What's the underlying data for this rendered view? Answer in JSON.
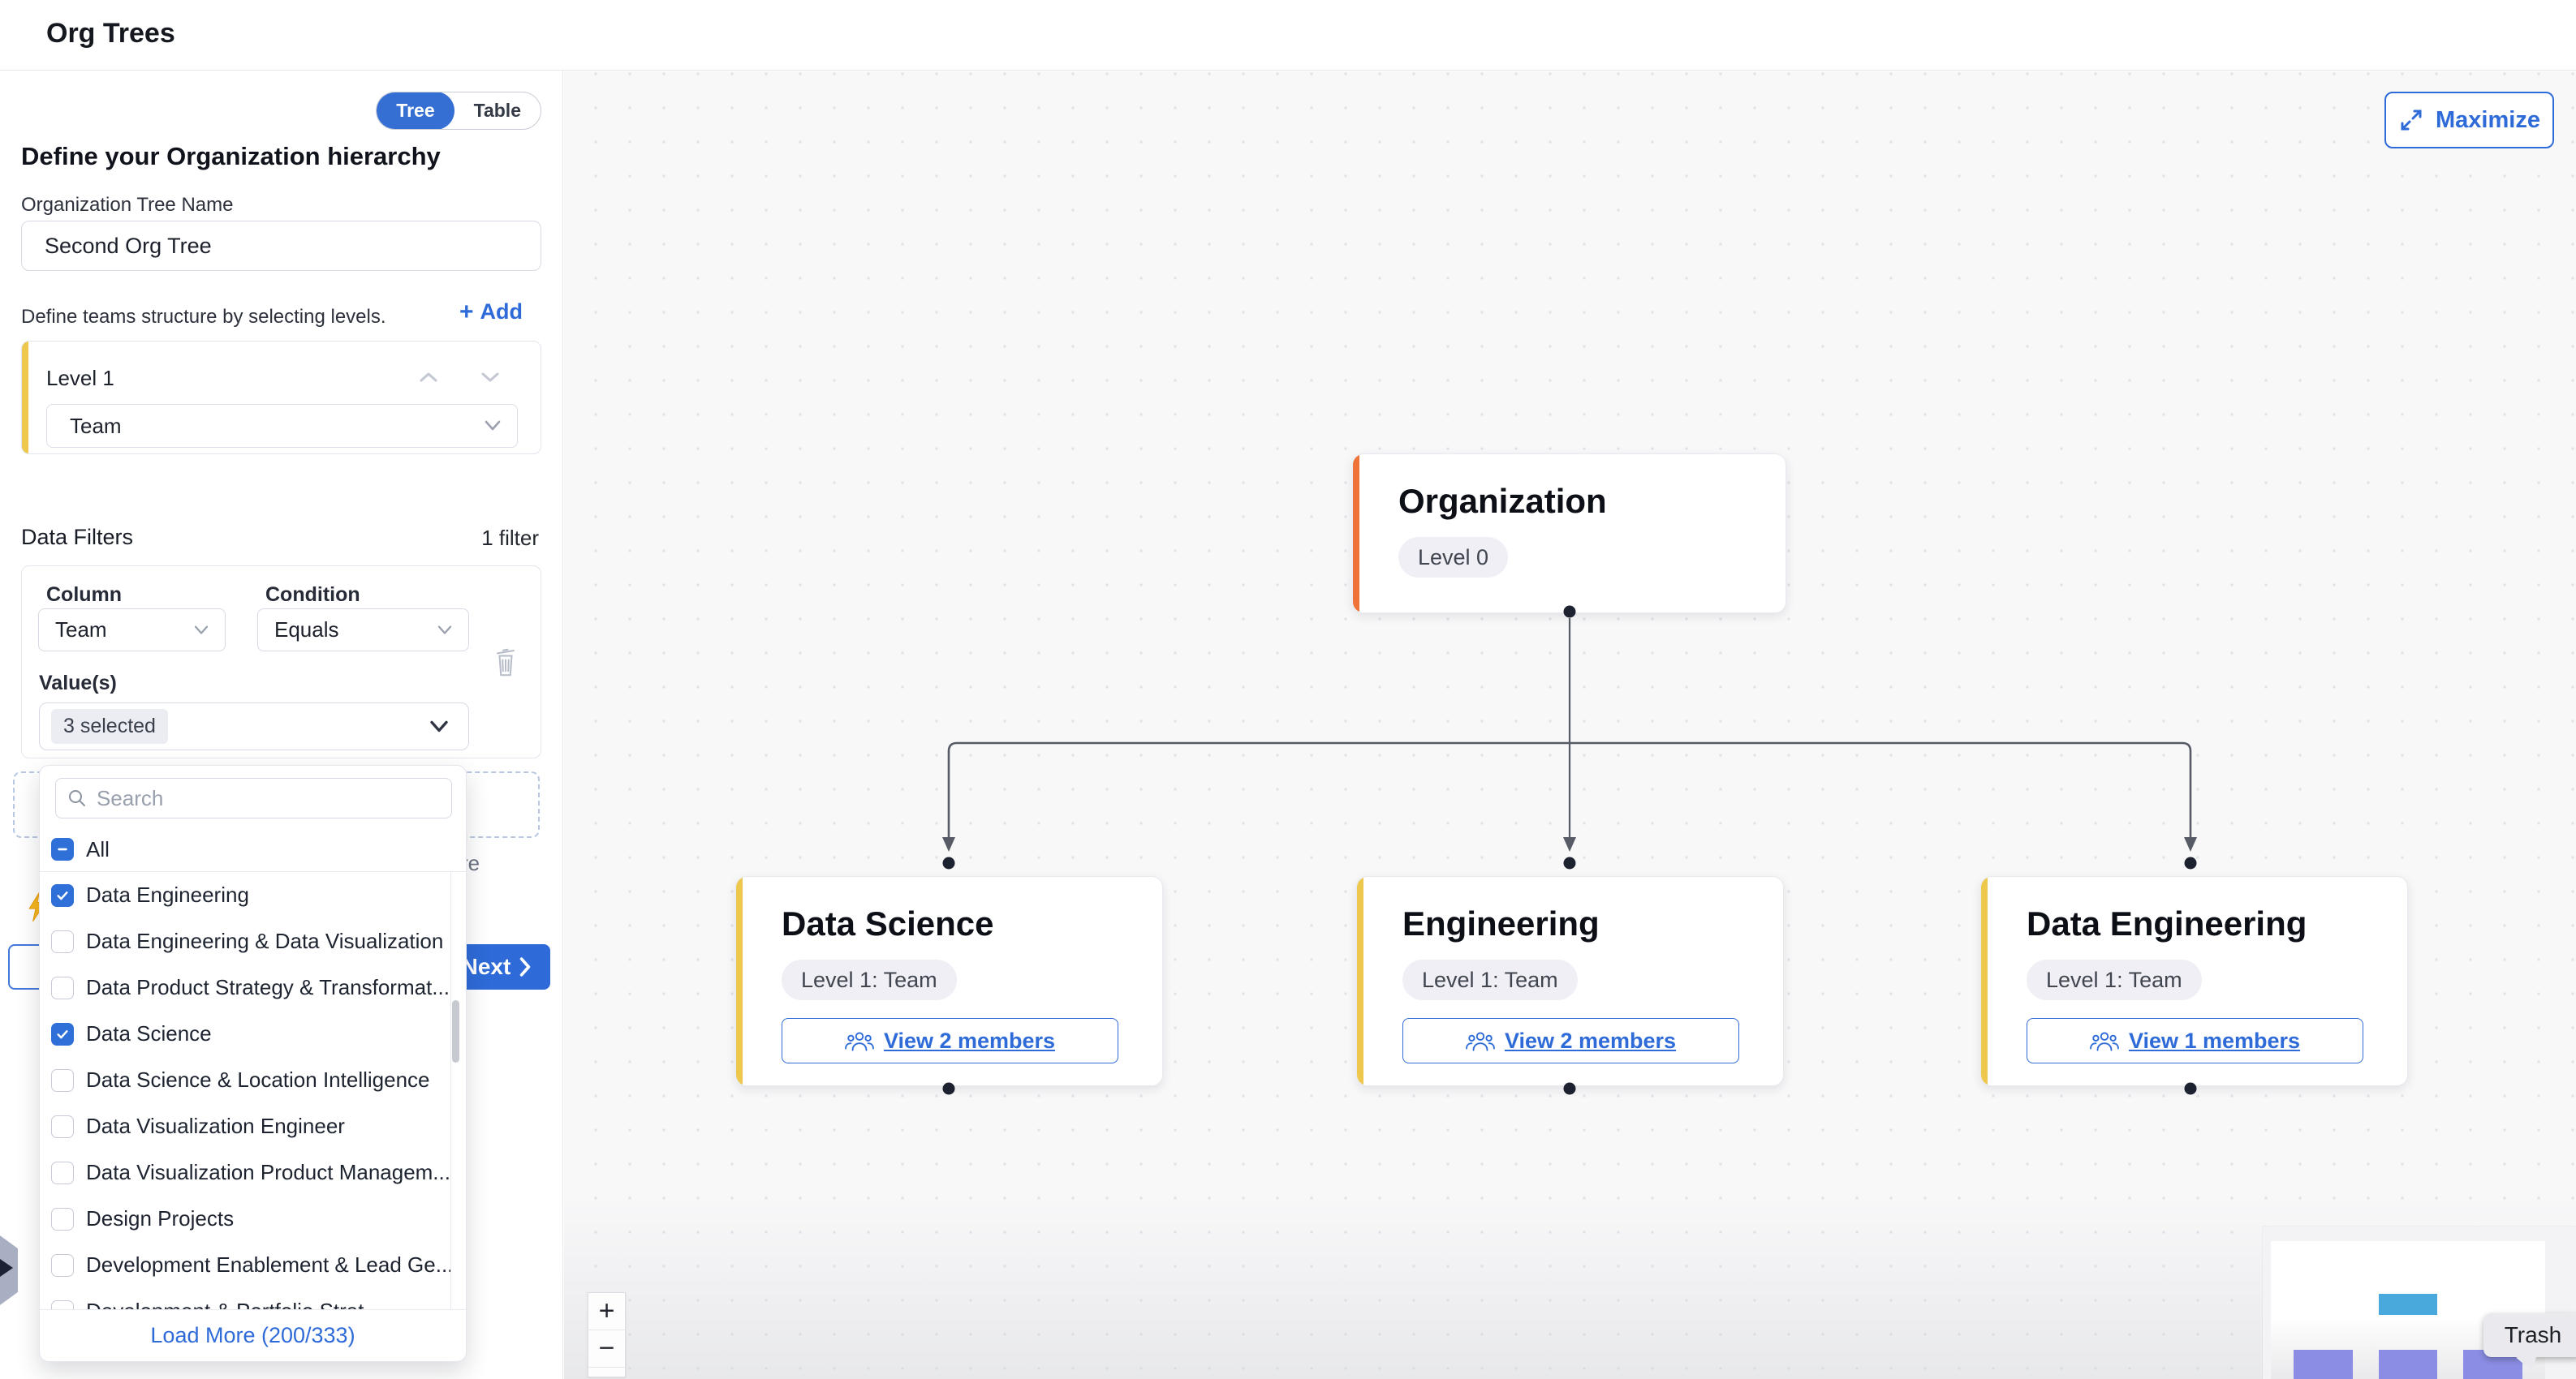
{
  "header": {
    "title": "Org Trees"
  },
  "panel": {
    "view_toggle": {
      "tree": "Tree",
      "table": "Table"
    },
    "heading": "Define your Organization hierarchy",
    "tree_name": {
      "label": "Organization Tree Name",
      "value": "Second Org Tree"
    },
    "levels": {
      "hint": "Define teams structure by selecting levels.",
      "add_label": "Add",
      "card_title": "Level 1",
      "type_value": "Team"
    },
    "filters": {
      "title": "Data Filters",
      "count": "1 filter",
      "column_label": "Column",
      "column_value": "Team",
      "condition_label": "Condition",
      "condition_value": "Equals",
      "values_label": "Value(s)",
      "selected_chip": "3 selected"
    },
    "hint_fragment": "re",
    "next_label": "Next"
  },
  "dropdown": {
    "search_placeholder": "Search",
    "select_all_label": "All",
    "items": [
      {
        "label": "Data Engineering",
        "checked": true
      },
      {
        "label": "Data Engineering & Data Visualization",
        "checked": false
      },
      {
        "label": "Data Product Strategy & Transformat...",
        "checked": false
      },
      {
        "label": "Data Science",
        "checked": true
      },
      {
        "label": "Data Science & Location Intelligence",
        "checked": false
      },
      {
        "label": "Data Visualization Engineer",
        "checked": false
      },
      {
        "label": "Data Visualization Product Managem...",
        "checked": false
      },
      {
        "label": "Design Projects",
        "checked": false
      },
      {
        "label": "Development Enablement & Lead Ge...",
        "checked": false
      },
      {
        "label": "Development & Portfolio Strat...",
        "checked": false
      }
    ],
    "load_more_label": "Load More (200/333)"
  },
  "canvas": {
    "maximize_label": "Maximize",
    "root_node": {
      "title": "Organization",
      "badge": "Level 0"
    },
    "children": [
      {
        "title": "Data Science",
        "badge": "Level 1: Team",
        "members_label": "View 2 members"
      },
      {
        "title": "Engineering",
        "badge": "Level 1: Team",
        "members_label": "View 2 members"
      },
      {
        "title": "Data Engineering",
        "badge": "Level 1: Team",
        "members_label": "View 1 members"
      }
    ],
    "zoom_in": "+",
    "zoom_out": "−",
    "trash_tooltip": "Trash"
  },
  "colors": {
    "accent_blue": "#2e6bd8",
    "accent_orange": "#ef7239",
    "accent_yellow": "#edc84d",
    "minimap_root": "#49a8dc",
    "minimap_child": "#8a8de3"
  }
}
